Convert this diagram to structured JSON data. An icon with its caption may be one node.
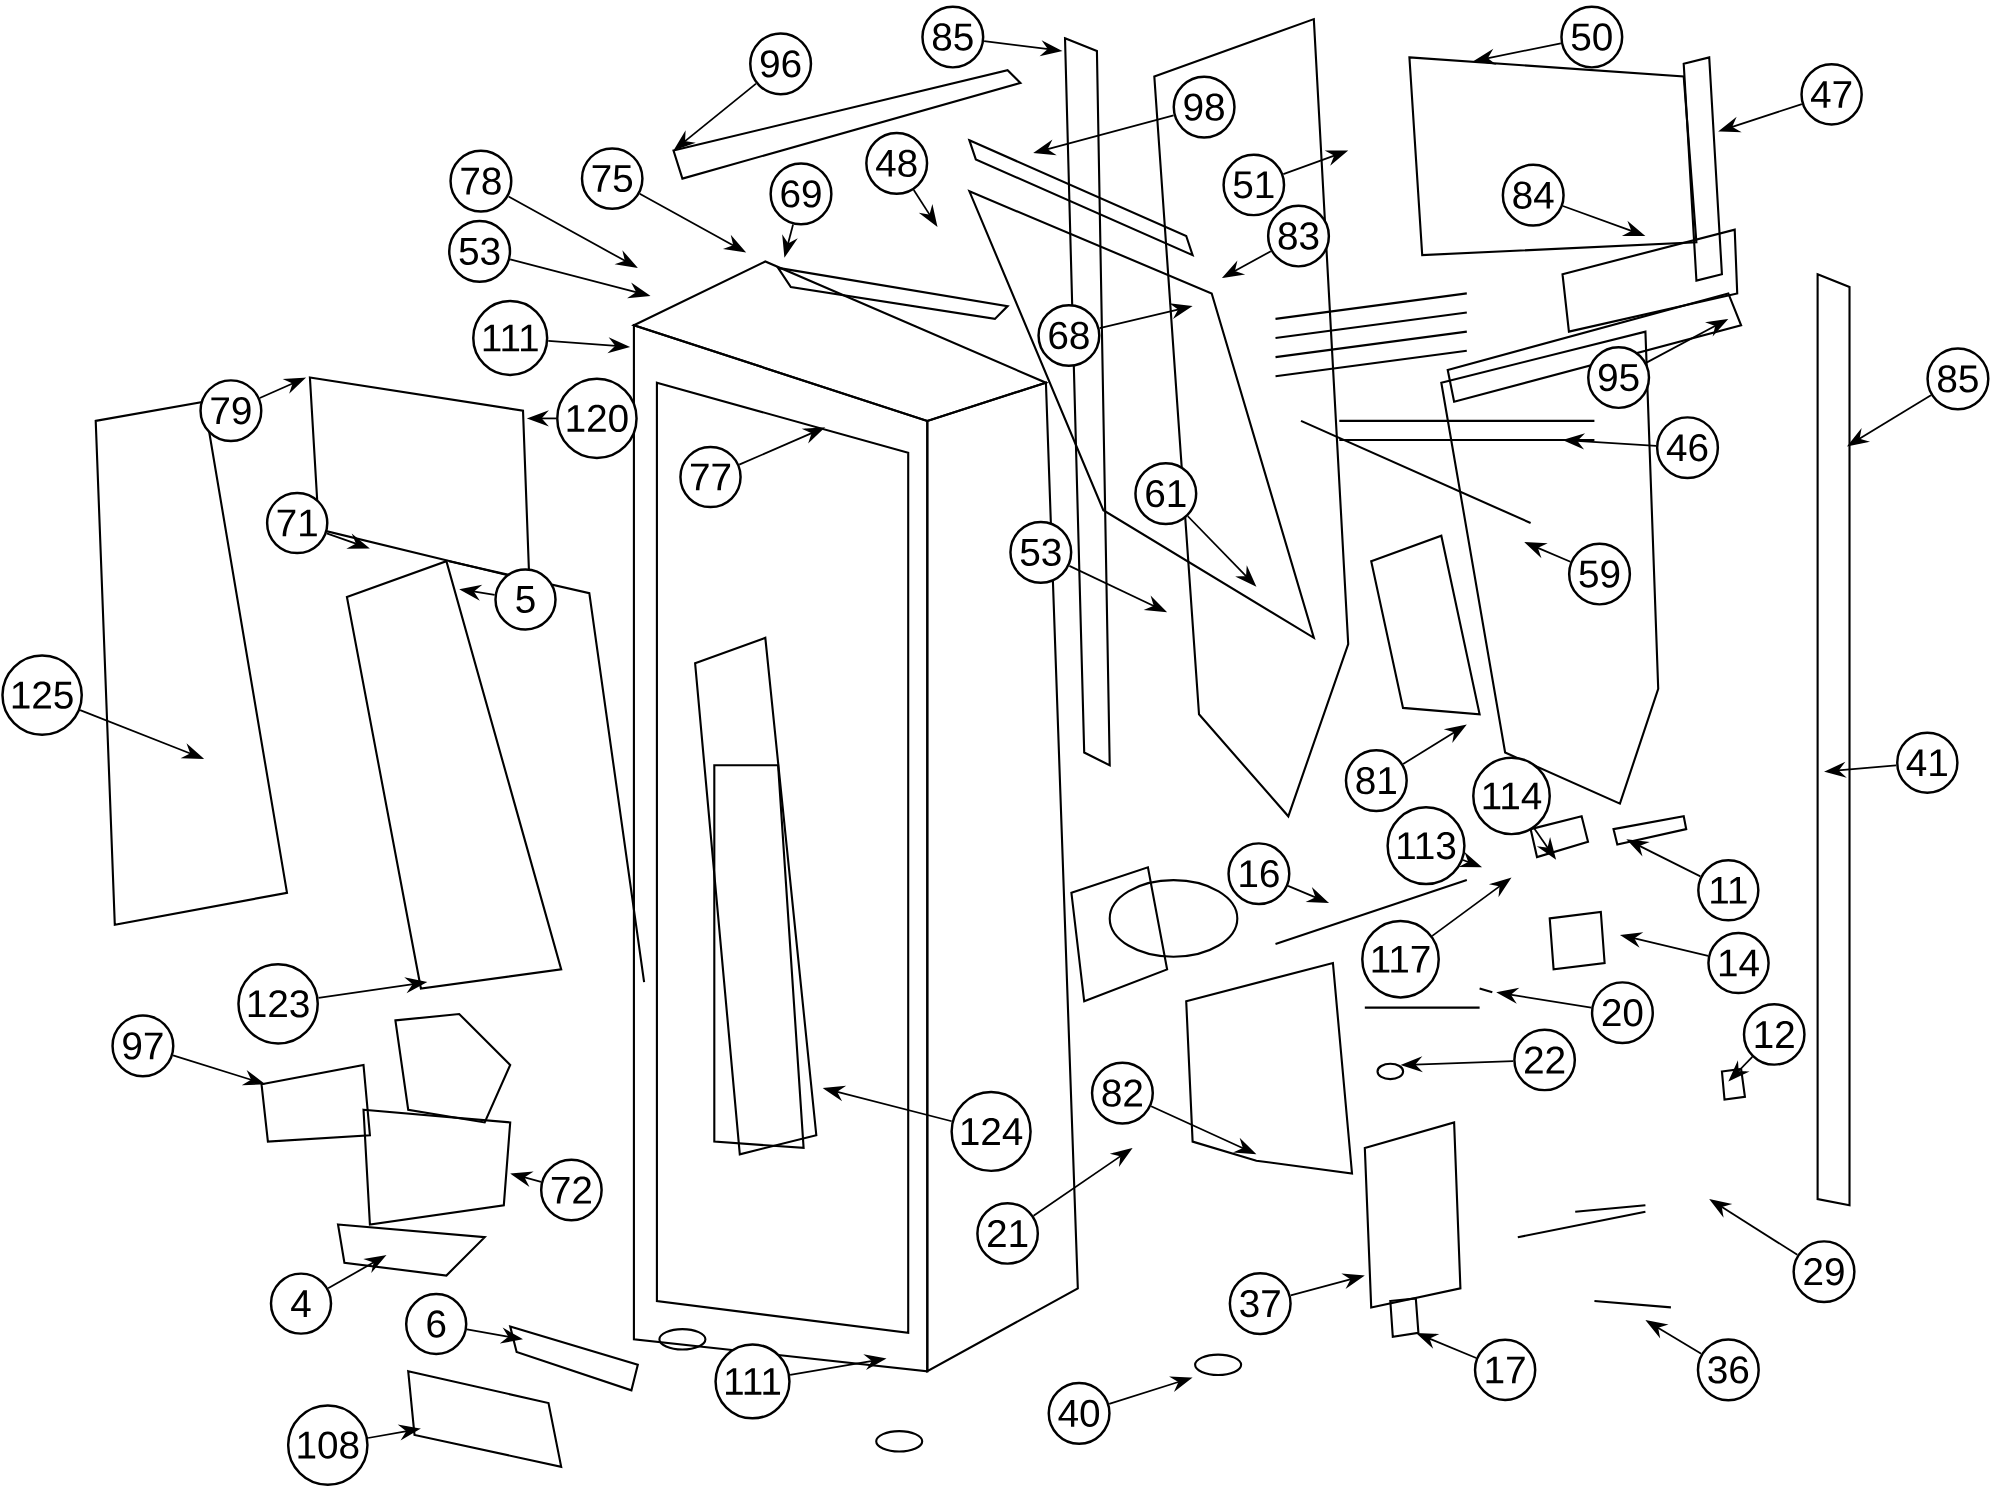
{
  "diagram": {
    "nodes": [
      {
        "text": [
          "85"
        ]
      },
      {
        "text": [
          "96"
        ]
      },
      {
        "text": [
          "98"
        ]
      },
      {
        "text": [
          "51"
        ]
      },
      {
        "text": [
          "50"
        ]
      },
      {
        "text": [
          "47"
        ]
      },
      {
        "text": [
          "84"
        ]
      },
      {
        "text": [
          "78"
        ]
      },
      {
        "text": [
          "75"
        ]
      },
      {
        "text": [
          "69"
        ]
      },
      {
        "text": [
          "48"
        ]
      },
      {
        "text": [
          "83"
        ]
      },
      {
        "text": [
          "53"
        ]
      },
      {
        "text": [
          "68"
        ]
      },
      {
        "text": [
          "111"
        ]
      },
      {
        "text": [
          "95"
        ]
      },
      {
        "text": [
          "85"
        ]
      },
      {
        "text": [
          "79"
        ]
      },
      {
        "text": [
          "120"
        ]
      },
      {
        "text": [
          "46"
        ]
      },
      {
        "text": [
          "77"
        ]
      },
      {
        "text": [
          "61"
        ]
      },
      {
        "text": [
          "71"
        ]
      },
      {
        "text": [
          "53"
        ]
      },
      {
        "text": [
          "59"
        ]
      },
      {
        "text": [
          "5"
        ]
      },
      {
        "text": [
          "125"
        ]
      },
      {
        "text": [
          "41"
        ]
      },
      {
        "text": [
          "81"
        ]
      },
      {
        "text": [
          "114"
        ]
      },
      {
        "text": [
          "113"
        ]
      },
      {
        "text": [
          "16"
        ]
      },
      {
        "text": [
          "11"
        ]
      },
      {
        "text": [
          "117"
        ]
      },
      {
        "text": [
          "14"
        ]
      },
      {
        "text": [
          "20"
        ]
      },
      {
        "text": [
          "123"
        ]
      },
      {
        "text": [
          "12"
        ]
      },
      {
        "text": [
          "22"
        ]
      },
      {
        "text": [
          "97"
        ]
      },
      {
        "text": [
          "82"
        ]
      },
      {
        "text": [
          "124"
        ]
      },
      {
        "text": [
          "72"
        ]
      },
      {
        "text": [
          "21"
        ]
      },
      {
        "text": [
          "29"
        ]
      },
      {
        "text": [
          "37"
        ]
      },
      {
        "text": [
          "4"
        ]
      },
      {
        "text": [
          "6"
        ]
      },
      {
        "text": [
          "111"
        ]
      },
      {
        "text": [
          "17"
        ]
      },
      {
        "text": [
          "36"
        ]
      },
      {
        "text": [
          "40"
        ]
      },
      {
        "text": [
          "108"
        ]
      }
    ],
    "edges": [
      {
        "from": 0,
        "to": null,
        "arrow": "to"
      },
      {
        "from": 1,
        "to": null,
        "arrow": "to"
      },
      {
        "from": 2,
        "to": null,
        "arrow": "to"
      },
      {
        "from": 3,
        "to": null,
        "arrow": "to"
      },
      {
        "from": 4,
        "to": null,
        "arrow": "to"
      },
      {
        "from": 5,
        "to": null,
        "arrow": "to"
      },
      {
        "from": 6,
        "to": null,
        "arrow": "to"
      },
      {
        "from": 7,
        "to": null,
        "arrow": "to"
      },
      {
        "from": 8,
        "to": null,
        "arrow": "to"
      },
      {
        "from": 9,
        "to": null,
        "arrow": "to"
      },
      {
        "from": 10,
        "to": null,
        "arrow": "to"
      },
      {
        "from": 11,
        "to": null,
        "arrow": "to"
      },
      {
        "from": 12,
        "to": null,
        "arrow": "to"
      },
      {
        "from": 13,
        "to": null,
        "arrow": "to"
      },
      {
        "from": 14,
        "to": null,
        "arrow": "to"
      },
      {
        "from": 15,
        "to": null,
        "arrow": "to"
      },
      {
        "from": 16,
        "to": null,
        "arrow": "to"
      },
      {
        "from": 17,
        "to": null,
        "arrow": "to"
      },
      {
        "from": 18,
        "to": null,
        "arrow": "to"
      },
      {
        "from": 19,
        "to": null,
        "arrow": "to"
      },
      {
        "from": 20,
        "to": null,
        "arrow": "to"
      },
      {
        "from": 21,
        "to": null,
        "arrow": "to"
      },
      {
        "from": 22,
        "to": null,
        "arrow": "to"
      },
      {
        "from": 23,
        "to": null,
        "arrow": "to"
      },
      {
        "from": 24,
        "to": null,
        "arrow": "to"
      },
      {
        "from": 25,
        "to": null,
        "arrow": "to"
      },
      {
        "from": 26,
        "to": null,
        "arrow": "to"
      },
      {
        "from": 27,
        "to": null,
        "arrow": "to"
      },
      {
        "from": 28,
        "to": null,
        "arrow": "to"
      },
      {
        "from": 29,
        "to": null,
        "arrow": "to"
      },
      {
        "from": 30,
        "to": null,
        "arrow": "to"
      },
      {
        "from": 31,
        "to": null,
        "arrow": "to"
      },
      {
        "from": 32,
        "to": null,
        "arrow": "to"
      },
      {
        "from": 33,
        "to": null,
        "arrow": "to"
      },
      {
        "from": 34,
        "to": null,
        "arrow": "to"
      },
      {
        "from": 35,
        "to": null,
        "arrow": "to"
      },
      {
        "from": 36,
        "to": null,
        "arrow": "to"
      },
      {
        "from": 37,
        "to": null,
        "arrow": "to"
      },
      {
        "from": 38,
        "to": null,
        "arrow": "to"
      },
      {
        "from": 39,
        "to": null,
        "arrow": "to"
      },
      {
        "from": 40,
        "to": null,
        "arrow": "to"
      },
      {
        "from": 41,
        "to": null,
        "arrow": "to"
      },
      {
        "from": 42,
        "to": null,
        "arrow": "to"
      },
      {
        "from": 43,
        "to": null,
        "arrow": "to"
      },
      {
        "from": 44,
        "to": null,
        "arrow": "to"
      },
      {
        "from": 45,
        "to": null,
        "arrow": "to"
      },
      {
        "from": 46,
        "to": null,
        "arrow": "to"
      },
      {
        "from": 47,
        "to": null,
        "arrow": "to"
      },
      {
        "from": 48,
        "to": null,
        "arrow": "to"
      },
      {
        "from": 49,
        "to": null,
        "arrow": "to"
      },
      {
        "from": 50,
        "to": null,
        "arrow": "to"
      },
      {
        "from": 51,
        "to": null,
        "arrow": "to"
      },
      {
        "from": 52,
        "to": null,
        "arrow": "to"
      }
    ]
  }
}
